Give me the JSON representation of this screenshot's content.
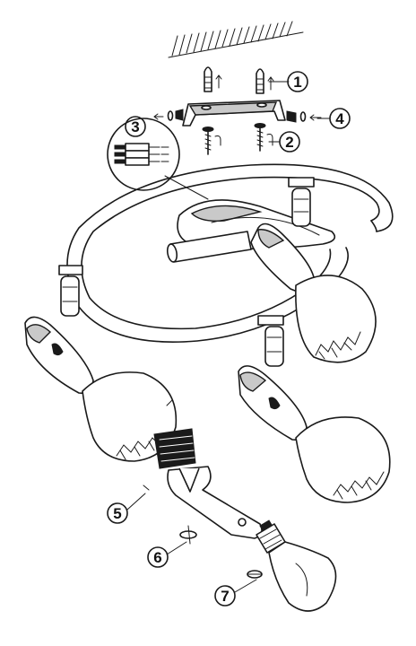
{
  "callouts": [
    {
      "id": "1",
      "label": "1"
    },
    {
      "id": "2",
      "label": "2"
    },
    {
      "id": "3",
      "label": "3"
    },
    {
      "id": "4",
      "label": "4"
    },
    {
      "id": "5",
      "label": "5"
    },
    {
      "id": "6",
      "label": "6"
    },
    {
      "id": "7",
      "label": "7"
    }
  ],
  "colors": {
    "stroke": "#1a1a1a",
    "shade": "#c9c9c9",
    "background": "#ffffff"
  }
}
